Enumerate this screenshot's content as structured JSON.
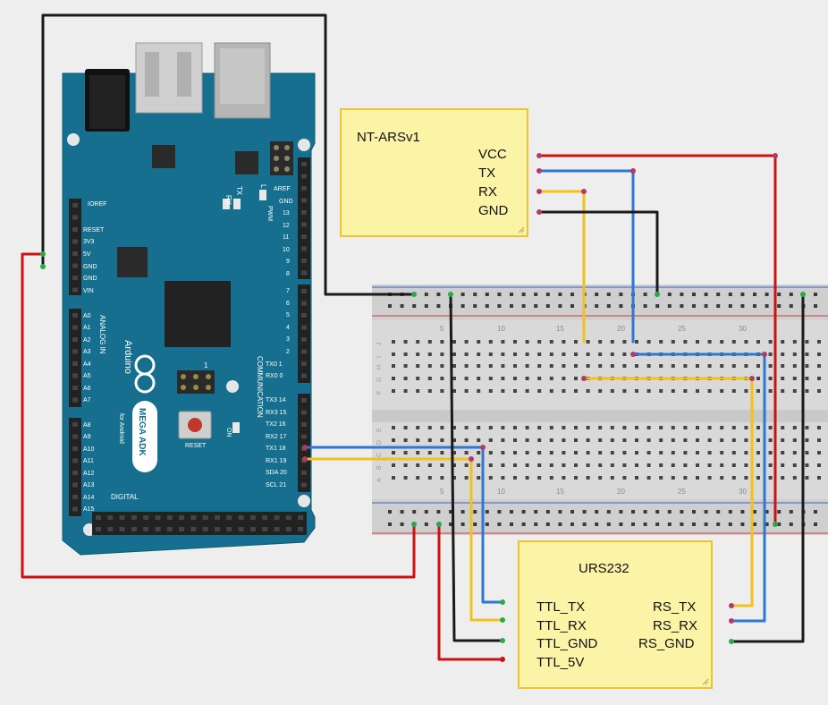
{
  "colors": {
    "background": "#eeeeee",
    "board_blue": "#166f8e",
    "note_fill": "#fbf4a6",
    "note_border": "#f2c230",
    "wire_red": "#cc1111",
    "wire_black": "#1a1a1a",
    "wire_blue": "#2f77d0",
    "wire_yellow": "#f0c21a",
    "breadboard": "#dcdcdc"
  },
  "module_ntars": {
    "title": "NT-ARSv1",
    "pins": [
      "VCC",
      "TX",
      "RX",
      "GND"
    ]
  },
  "module_urs232": {
    "title": "URS232",
    "left_pins": [
      "TTL_TX",
      "TTL_RX",
      "TTL_GND",
      "TTL_5V"
    ],
    "right_pins": [
      "RS_TX",
      "RS_RX",
      "RS_GND"
    ]
  },
  "arduino": {
    "power_header": [
      "IOREF",
      "RESET",
      "3V3",
      "5V",
      "GND",
      "GND",
      "VIN"
    ],
    "analog_header": [
      "A0",
      "A1",
      "A2",
      "A3",
      "A4",
      "A5",
      "A6",
      "A7"
    ],
    "analog_header2": [
      "A8",
      "A9",
      "A10",
      "A11",
      "A12",
      "A13",
      "A14",
      "A15"
    ],
    "analog_label": "ANALOG IN",
    "pwm_header": [
      "AREF",
      "GND",
      "13",
      "12",
      "11",
      "10",
      "9",
      "8"
    ],
    "pwm_label": "PWM",
    "pwm2_header": [
      "7",
      "6",
      "5",
      "4",
      "3",
      "2",
      "TX0 1",
      "RX0 0"
    ],
    "comm_header": [
      "TX3 14",
      "RX3 15",
      "TX2 16",
      "RX2 17",
      "TX1 18",
      "RX1 19",
      "SDA 20",
      "SCL 21"
    ],
    "comm_label": "COMMUNICATION",
    "digital_label": "DIGITAL",
    "brand": "Arduino",
    "product": "MEGA ADK",
    "tagline": "for Android",
    "reset_label": "RESET",
    "on_label": "ON",
    "led_tx": "TX",
    "led_rx": "RX",
    "led_l": "L",
    "icsp_mark": "1"
  },
  "breadboard": {
    "column_numbers": [
      "5",
      "10",
      "15",
      "20",
      "25",
      "30"
    ],
    "row_letters_top": [
      "J",
      "I",
      "H",
      "G",
      "F"
    ],
    "row_letters_bottom": [
      "E",
      "D",
      "C",
      "B",
      "A"
    ]
  }
}
